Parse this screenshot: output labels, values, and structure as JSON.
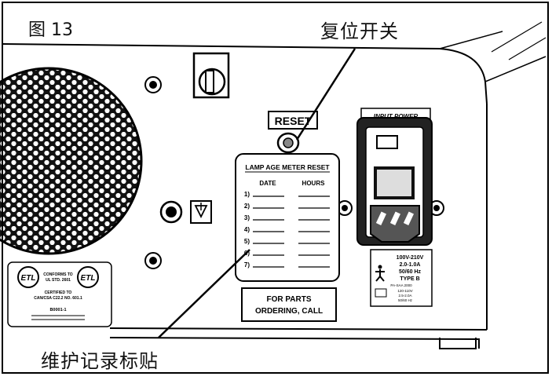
{
  "figure_label": "图 13",
  "callouts": {
    "reset_switch": "复位开关",
    "maintenance_label": "维护记录标贴"
  },
  "device": {
    "reset_button_label": "RESET",
    "input_power_label": "INPUT POWER",
    "lamp_meter": {
      "title": "LAMP AGE METER RESET",
      "col_date": "DATE",
      "col_hours": "HOURS",
      "rows": [
        "1)",
        "2)",
        "3)",
        "4)",
        "5)",
        "6)",
        "7)"
      ]
    },
    "parts_label": [
      "FOR PARTS",
      "ORDERING, CALL"
    ],
    "power_rating": [
      "100V-210V",
      "2.0-1.0A",
      "50/60 Hz",
      "TYPE B"
    ],
    "power_rating_small": [
      "PA-SAA 2000",
      "120-110V",
      "2.5-2.0A",
      "50/60 Hz"
    ],
    "cert_left": [
      "CONFORMS TO",
      "UL STD. 2601",
      "CERTIFIED TO",
      "CAN/CSA C22.2 NO. 601.1"
    ],
    "cert_bottom": "B0001-1"
  }
}
